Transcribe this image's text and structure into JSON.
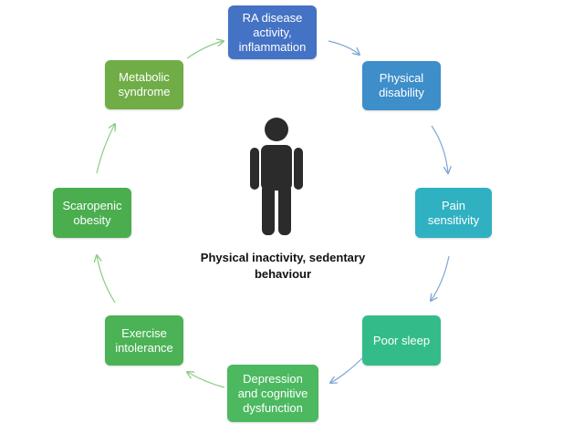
{
  "nodes": [
    {
      "id": "ra-disease",
      "label": "RA disease\nactivity,\ninflammation",
      "color": "#4472C4"
    },
    {
      "id": "physical-disability",
      "label": "Physical\ndisability",
      "color": "#3E8EC9"
    },
    {
      "id": "pain-sensitivity",
      "label": "Pain\nsensitivity",
      "color": "#2FB1C1"
    },
    {
      "id": "poor-sleep",
      "label": "Poor sleep",
      "color": "#33BC8A"
    },
    {
      "id": "depression",
      "label": "Depression\nand cognitive\ndysfunction",
      "color": "#4CB960"
    },
    {
      "id": "exercise-intolerance",
      "label": "Exercise\nintolerance",
      "color": "#4BB356"
    },
    {
      "id": "sarcopenic-obesity",
      "label": "Scaropenic\nobesity",
      "color": "#4AAE4E"
    },
    {
      "id": "metabolic-syndrome",
      "label": "Metabolic\nsyndrome",
      "color": "#70AD47"
    }
  ],
  "center": {
    "label": "Physical inactivity, sedentary\nbehaviour",
    "icon": "person-icon"
  },
  "colors": {
    "arrow_blue": "#7FA7D4",
    "arrow_green": "#8CCB86",
    "figure": "#2B2B2B"
  }
}
